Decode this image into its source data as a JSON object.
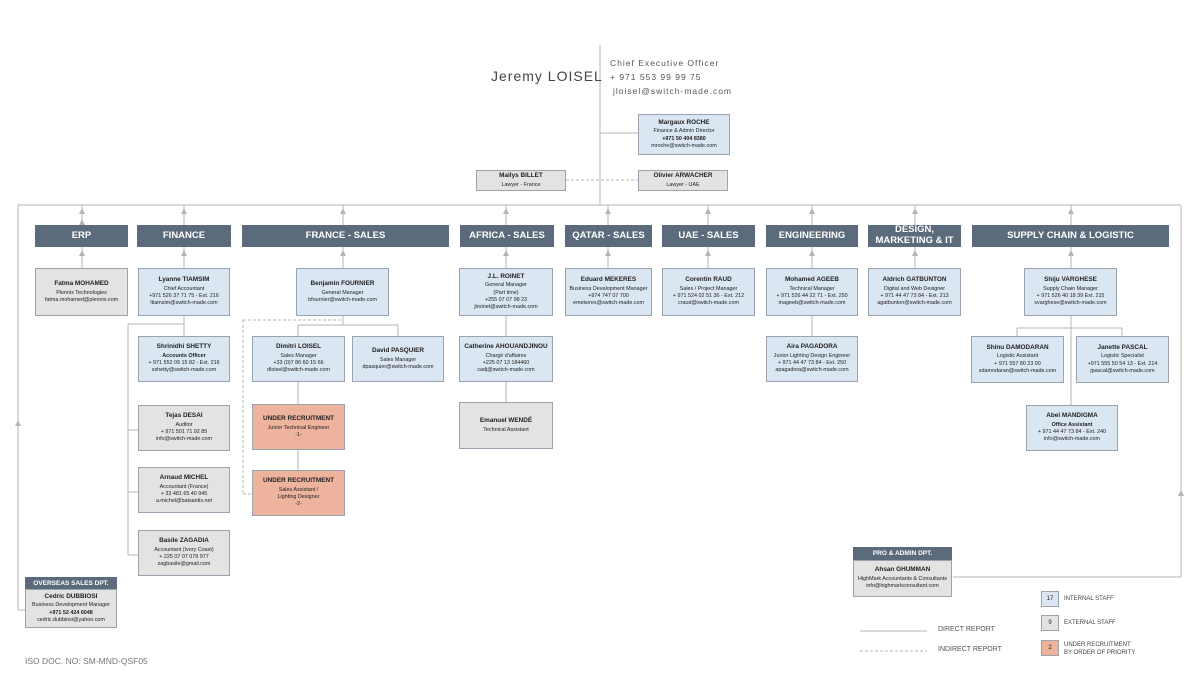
{
  "ceo": {
    "name": "Jeremy LOISEL",
    "title": "Chief Executive Officer",
    "phone": "+ 971 553 99 99 75",
    "email": "jloisel@switch-made.com"
  },
  "finance_director": {
    "name": "Margaux ROCHE",
    "role": "Finance & Admin Director",
    "phone": "+971 50 404 8380",
    "email": "mroche@switch-made.com"
  },
  "lawyers": [
    {
      "name": "Mailys BILLET",
      "role": "Lawyer - France"
    },
    {
      "name": "Olivier ARWACHER",
      "role": "Lawyer - UAE"
    }
  ],
  "departments": {
    "erp": "ERP",
    "finance": "FINANCE",
    "france": "FRANCE - SALES",
    "africa": "AFRICA - SALES",
    "qatar": "QATAR - SALES",
    "uae": "UAE - SALES",
    "engineering": "ENGINEERING",
    "design": "DESIGN,\nMARKETING & IT",
    "supply": "SUPPLY CHAIN & LOGISTIC"
  },
  "people": {
    "fatma": {
      "name": "Fatma MOHAMED",
      "l1": "Plennix Technologies",
      "l2": "fatma.mohamed@plennix.com"
    },
    "lyanne": {
      "name": "Lyanne TIAMSIM",
      "l1": "Chief Accountant",
      "l2": "+971 526 37 71 75 - Ext. 216",
      "l3": "ltiamsim@switch-made.com"
    },
    "shrinidhi": {
      "name": "Shrinidhi SHETTY",
      "l1": "Accounts Officer",
      "l2": "+ 971 552 09 15 82 - Ext. 216",
      "l3": "sshetty@switch-made.com"
    },
    "tejas": {
      "name": "Tejas DESAI",
      "l1": "Auditor",
      "l2": "+ 971 501 71 92 85",
      "l3": "info@switch-made.com"
    },
    "arnaud": {
      "name": "Arnaud MICHEL",
      "l1": "Accountant (France)",
      "l2": "+ 33 481 65 40 945",
      "l3": "a.michel@batsantis.net"
    },
    "basile": {
      "name": "Basile ZAGADIA",
      "l1": "Accountant (Ivory Coast)",
      "l2": "+ 225 07 07 079 977",
      "l3": "zagbasile@gmail.com"
    },
    "benjamin": {
      "name": "Benjamin FOURNIER",
      "l1": "General Manager",
      "l2": "bfournier@switch-made.com"
    },
    "dimitri": {
      "name": "Dimitri LOISEL",
      "l1": "Sales Manager",
      "l2": "+33 (0)7 86 60 15 66",
      "l3": "dloisel@switch-made.com"
    },
    "david": {
      "name": "David PASQUIER",
      "l1": "Sales Manager",
      "l2": "dpasquier@switch-made.com"
    },
    "rec1": {
      "name": "UNDER RECRUITMENT",
      "l1": "Junior Technical Engineer",
      "l2": "-1-"
    },
    "rec2": {
      "name": "UNDER RECRUITMENT",
      "l1": "Sales Assistant /",
      "l2": "Lighting Designer",
      "l3": "-2-"
    },
    "roinet": {
      "name": "J.L. ROINET",
      "l1": "General Manager",
      "l2": "(Part time)",
      "l3": "+255 07 07 98 23",
      "l4": "jlroinet@switch-made.com"
    },
    "catherine": {
      "name": "Catherine AHOUANDJINOU",
      "l1": "Chargé d'affaires",
      "l2": "+225 07 13 184460",
      "l3": "cadj@switch-made.com"
    },
    "emanuel": {
      "name": "Emanuel WENDÉ",
      "l1": "Technical Assistant"
    },
    "eduard": {
      "name": "Eduard MEKERES",
      "l1": "Business Development Manager",
      "l2": "+974 747 07 700",
      "l3": "emekeres@switch-made.com"
    },
    "corentin": {
      "name": "Corentin RAUD",
      "l1": "Sales / Project Manager",
      "l2": "+ 971 524 02 51 36 - Ext. 212",
      "l3": "craud@switch-made.com"
    },
    "mohamed": {
      "name": "Mohamed AGEEB",
      "l1": "Technical Manager",
      "l2": "+ 971 526 44 22 71 - Ext. 250",
      "l3": "mageeb@switch-made.com"
    },
    "aira": {
      "name": "Aira PAGADORA",
      "l1": "Junior Lighting Design Engineer",
      "l2": "+ 971 44 47 73 84 - Ext. 250",
      "l3": "apagadora@switch-made.com"
    },
    "aldrich": {
      "name": "Aldrich GATBUNTON",
      "l1": "Digital and Web Designer",
      "l2": "+ 971 44 47 73 84 - Ext. 213",
      "l3": "agatbunton@switch-made.com"
    },
    "shiju": {
      "name": "Shiju VARGHESE",
      "l1": "Supply Chain Manager",
      "l2": "+ 971 526 40 18 39 Ext. 215",
      "l3": "svarghese@switch-made.com"
    },
    "shinu": {
      "name": "Shinu DAMODARAN",
      "l1": "Logistic Assistant",
      "l2": "+ 971 557 80 23 00",
      "l3": "sdamodaran@switch-made.com"
    },
    "janette": {
      "name": "Janette PASCAL",
      "l1": "Logistic Specialist",
      "l2": "+971 555 50 54 13 - Ext. 214",
      "l3": "jpascal@switch-made.com"
    },
    "abel": {
      "name": "Abel MANDIGMA",
      "l1": "Office Assistant",
      "l2": "+ 971 44 47 73 84 - Ext. 240",
      "l3": "info@switch-made.com"
    },
    "cedric": {
      "name": "Cedric DUBBIOSI",
      "l1": "Business Development Manager",
      "l2": "+971 52 424 6048",
      "l3": "cedric.dubbiosi@yahoo.com"
    },
    "ahsan": {
      "name": "Ahsan GHUMMAN",
      "l1": "HighMark Accountants & Consultants",
      "l2": "info@highmarkconsultant.com"
    }
  },
  "headers": {
    "overseas": "OVERSEAS SALES DPT.",
    "pro_admin": "PRO & ADMIN DPT."
  },
  "legend": {
    "internal_count": "17",
    "internal_label": "INTERNAL STAFF",
    "external_count": "9",
    "external_label": "EXTERNAL STAFF",
    "recruit_count": "2",
    "recruit_label1": "UNDER RECRUITMENT",
    "recruit_label2": "BY ORDER OF PRIORITY",
    "direct": "DIRECT REPORT",
    "indirect": "INDIRECT REPORT"
  },
  "colors": {
    "department": "#5b6b7b",
    "internal": "#dbe6f3",
    "external": "#e3e3e3",
    "recruitment": "#eeb39d"
  },
  "footer": {
    "iso": "ISO DOC. NO: SM-MND-QSF05"
  }
}
